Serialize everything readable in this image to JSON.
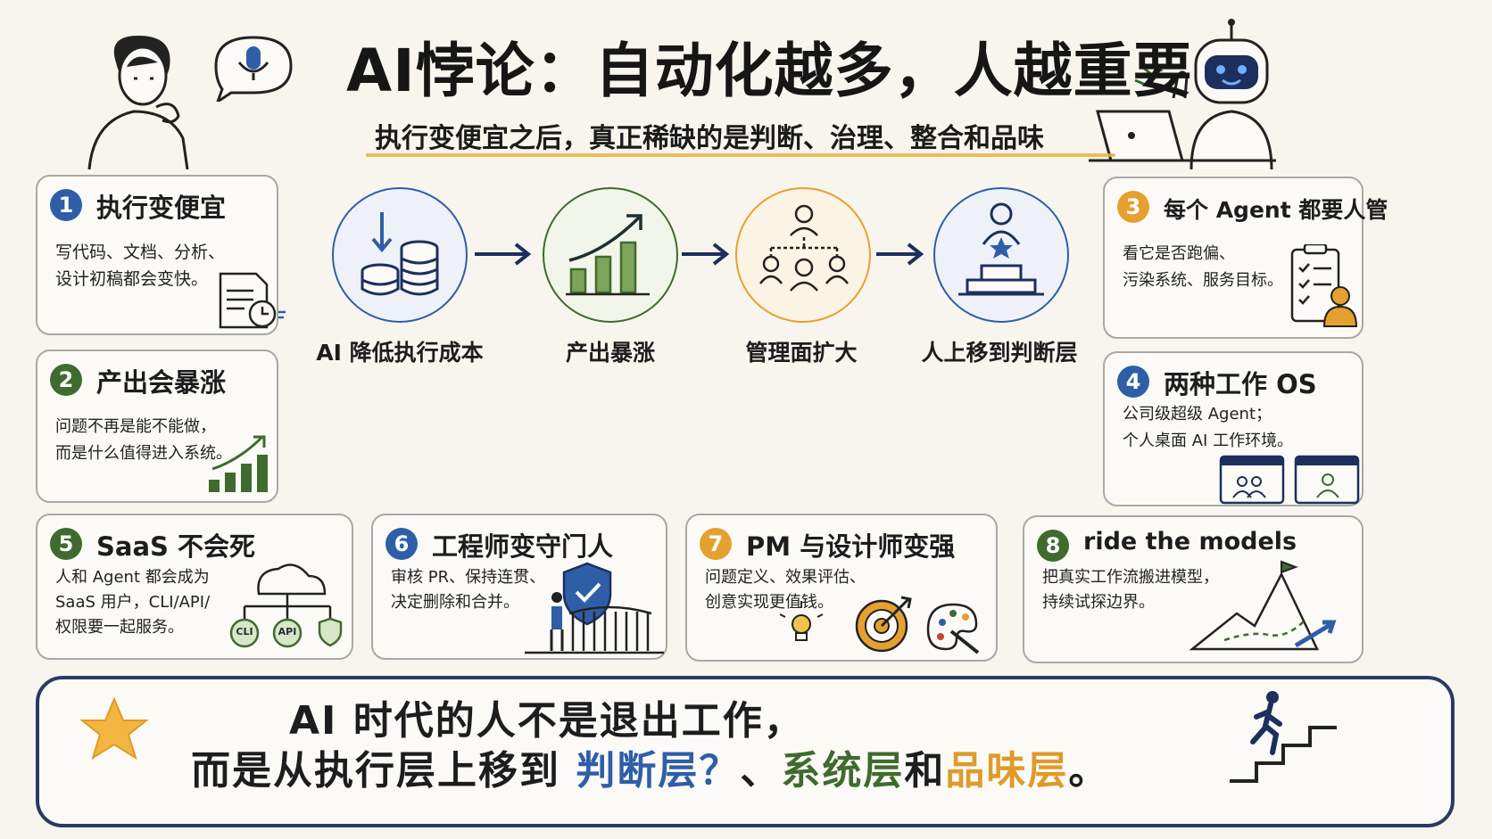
{
  "header": {
    "title": "AI悖论：自动化越多，人越重要",
    "subtitle": "执行变便宜之后，真正稀缺的是判断、治理、整合和品味"
  },
  "flow": {
    "steps": [
      {
        "label": "AI 降低执行成本",
        "icon": "coins-down-icon",
        "color": "#2f5ea8"
      },
      {
        "label": "产出暴涨",
        "icon": "growth-chart-icon",
        "color": "#3f6b2e"
      },
      {
        "label": "管理面扩大",
        "icon": "org-chart-icon",
        "color": "#e6a030"
      },
      {
        "label": "人上移到判断层",
        "icon": "podium-icon",
        "color": "#2f5ea8"
      }
    ]
  },
  "cards": [
    {
      "num": "1",
      "title": "执行变便宜",
      "lines": [
        "写代码、文档、分析、",
        "设计初稿都会变快。"
      ],
      "icon": "document-clock-icon"
    },
    {
      "num": "2",
      "title": "产出会暴涨",
      "lines": [
        "问题不再是能不能做，",
        "而是什么值得进入系统。"
      ],
      "icon": "bar-growth-icon"
    },
    {
      "num": "3",
      "title": "每个 Agent 都要人管",
      "lines": [
        "看它是否跑偏、",
        "污染系统、服务目标。"
      ],
      "icon": "clipboard-person-icon"
    },
    {
      "num": "4",
      "title": "两种工作 OS",
      "lines": [
        "公司级超级 Agent；",
        "个人桌面 AI 工作环境。"
      ],
      "icon": "two-windows-icon"
    },
    {
      "num": "5",
      "title": "SaaS 不会死",
      "lines": [
        "人和 Agent 都会成为",
        "SaaS 用户，CLI/API/",
        "权限要一起服务。"
      ],
      "icon": "cloud-icon",
      "badges": [
        "CLI",
        "API"
      ]
    },
    {
      "num": "6",
      "title": "工程师变守门人",
      "lines": [
        "审核 PR、保持连贯、",
        "决定删除和合并。"
      ],
      "icon": "shield-gate-icon"
    },
    {
      "num": "7",
      "title": "PM 与设计师变强",
      "lines": [
        "问题定义、效果评估、",
        "创意实现更值钱。"
      ],
      "icon": "target-palette-icon"
    },
    {
      "num": "8",
      "title": "ride the models",
      "lines": [
        "把真实工作流搬进模型，",
        "持续试探边界。"
      ],
      "icon": "mountain-flag-icon"
    }
  ],
  "banner": {
    "line1": "AI 时代的人不是退出工作，",
    "line2_prefix": "而是从执行层上移到 ",
    "layer1": "判断层？",
    "sep1": "、",
    "layer2": "系统层",
    "sep2": "和",
    "layer3": "品味层",
    "end": "。"
  }
}
